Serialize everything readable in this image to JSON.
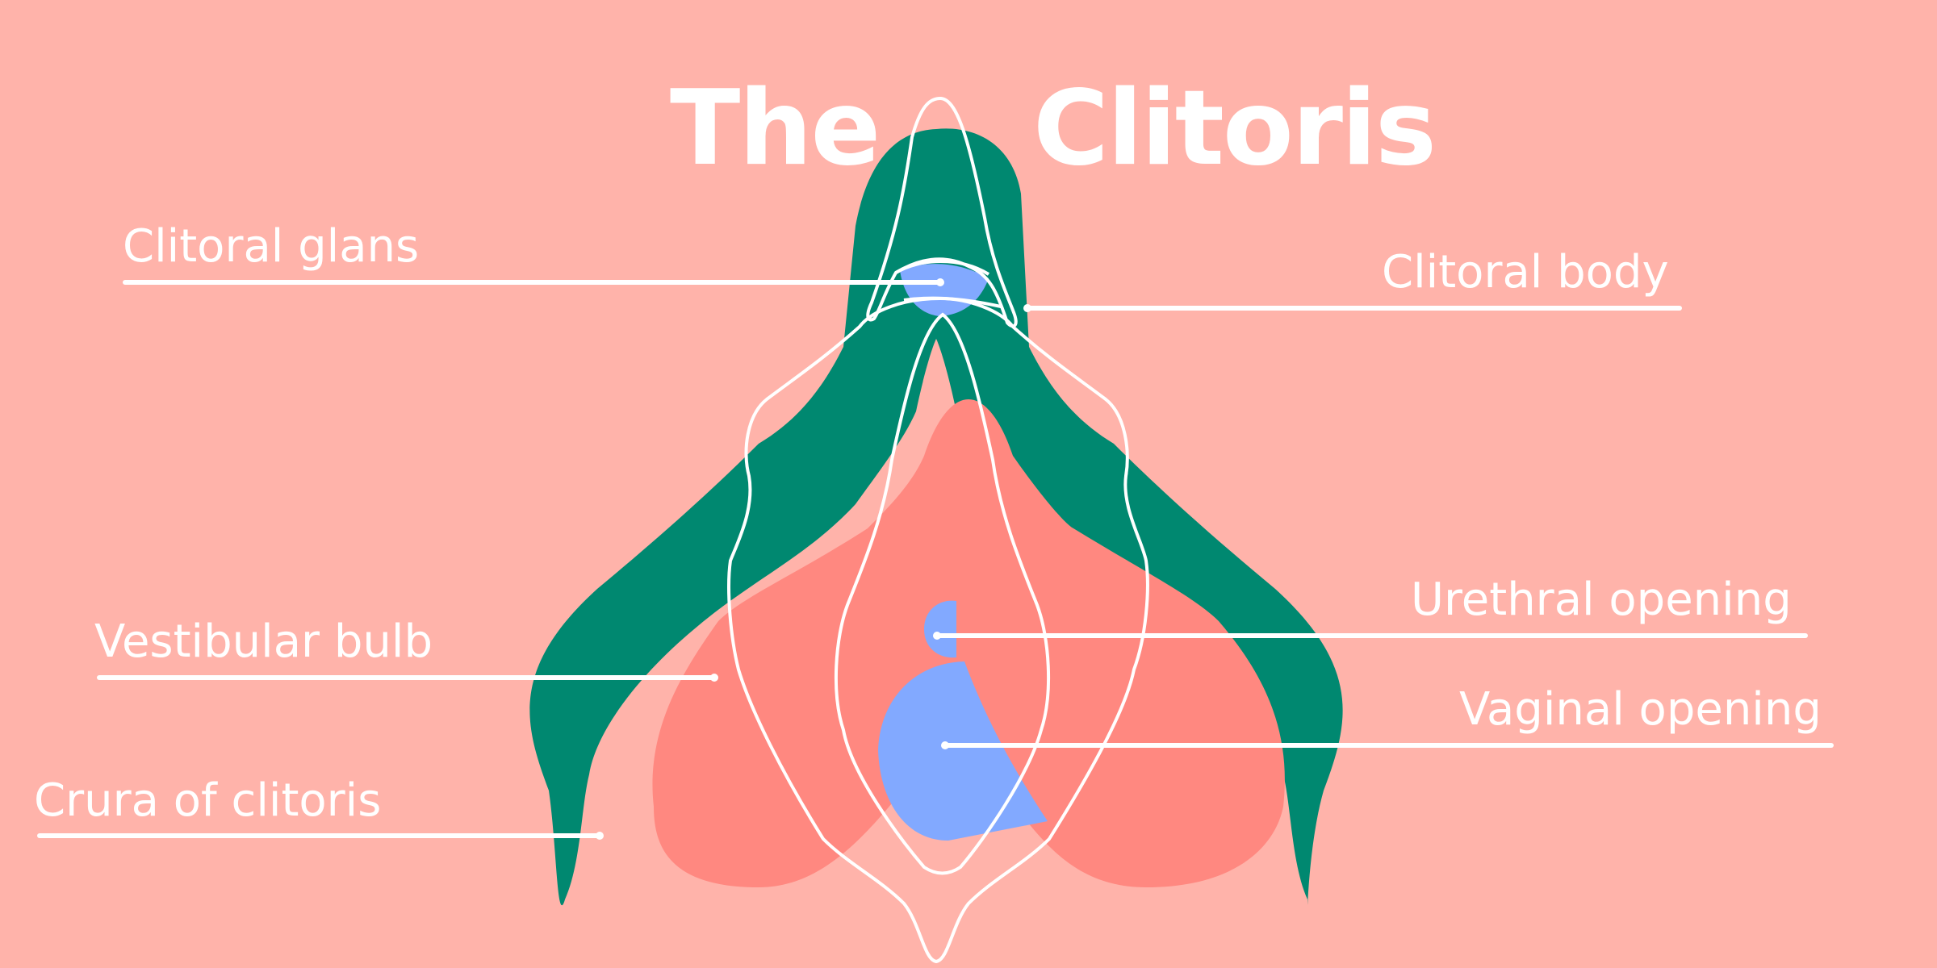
{
  "colors": {
    "background": "#FFB3AA",
    "crura": "#008870",
    "bulb": "#FF8880",
    "opening": "#82A9FF",
    "outline": "#FFFFFF"
  },
  "title": {
    "left_word": "The",
    "right_word": "Clitoris"
  },
  "labels": {
    "clitoral_glans": "Clitoral glans",
    "clitoral_body": "Clitoral body",
    "urethral_opening": "Urethral opening",
    "vaginal_opening": "Vaginal opening",
    "vestibular_bulb": "Vestibular bulb",
    "crura_of_clitoris": "Crura of clitoris"
  }
}
